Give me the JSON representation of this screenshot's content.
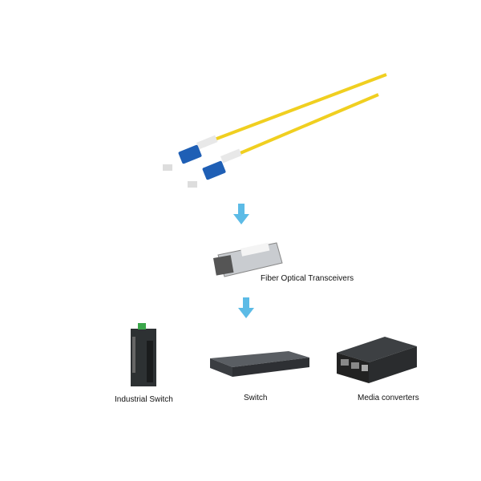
{
  "labels": {
    "transceiver": "Fiber Optical Transceivers",
    "industrial_switch": "Industrial Switch",
    "switch": "Switch",
    "media_converter": "Media converters"
  },
  "colors": {
    "arrow": "#5cbbe6",
    "cable": "#f2d22a",
    "connector": "#1f5fb5"
  }
}
